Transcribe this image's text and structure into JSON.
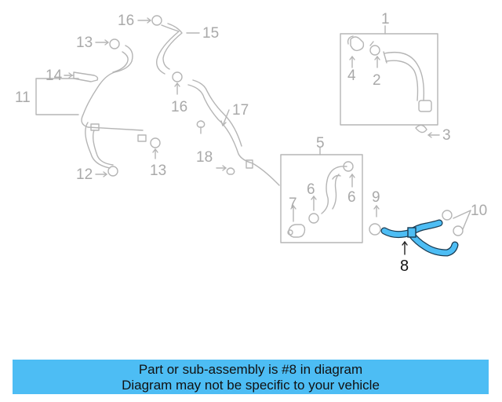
{
  "callouts": {
    "c1": "1",
    "c2": "2",
    "c3": "3",
    "c4": "4",
    "c5": "5",
    "c6a": "6",
    "c6b": "6",
    "c7": "7",
    "c8": "8",
    "c9": "9",
    "c10": "10",
    "c11": "11",
    "c12": "12",
    "c13a": "13",
    "c13b": "13",
    "c14": "14",
    "c15": "15",
    "c16a": "16",
    "c16b": "16",
    "c17": "17",
    "c18": "18"
  },
  "highlighted_part": "8",
  "colors": {
    "highlight": "#4dbdf4",
    "line": "#b5b5b5",
    "caption_bg": "#4dbdf4"
  },
  "caption": {
    "line1": "Part or sub-assembly is #8 in diagram",
    "line2": "Diagram may not be specific to your vehicle"
  }
}
